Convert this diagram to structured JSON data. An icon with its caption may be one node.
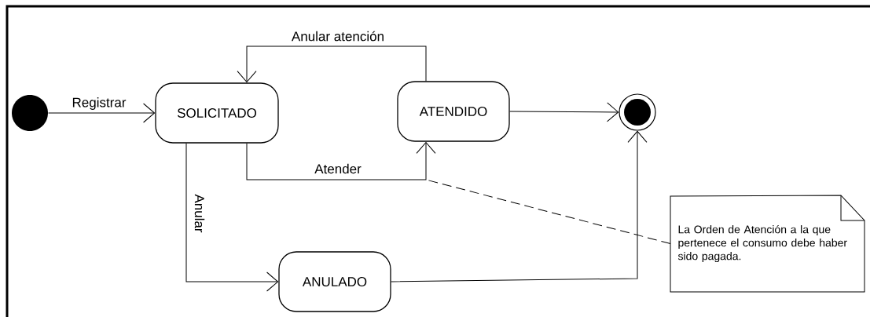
{
  "diagram": {
    "nodes": [
      {
        "text": [],
        "shape": "circle"
      },
      {
        "text": [
          "SOLICITADO"
        ]
      },
      {
        "text": [
          "ATENDIDO"
        ]
      },
      {
        "text": [],
        "shape": "circle"
      },
      {
        "text": [
          "ANULADO"
        ]
      },
      {
        "text": [
          "La Orden de Atención a la que pertenece el consumo debe haber sido pagada."
        ]
      }
    ],
    "edges": [
      {
        "from": 0,
        "to": 1,
        "arrow": "to",
        "label": "Registrar"
      },
      {
        "from": 2,
        "to": 1,
        "arrow": "to",
        "label": "Anular atención"
      },
      {
        "from": 1,
        "to": 2,
        "arrow": "to",
        "label": "Atender"
      },
      {
        "from": 2,
        "to": 3,
        "arrow": "to"
      },
      {
        "from": 1,
        "to": 4,
        "arrow": "to",
        "label": "Anular"
      },
      {
        "from": 4,
        "to": 3,
        "arrow": "to"
      },
      {
        "from": 5,
        "to": null,
        "arrow": "none",
        "style": "dashed"
      }
    ]
  }
}
